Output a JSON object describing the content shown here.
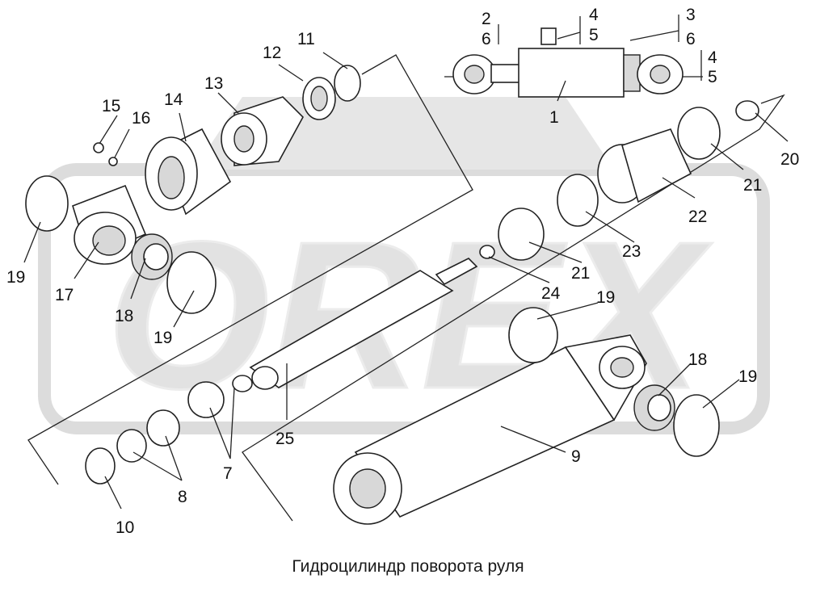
{
  "caption": "Гидроцилиндр поворота руля",
  "watermark_text": "OREX",
  "labels": {
    "l1": "1",
    "l2": "2",
    "l3": "3",
    "l4a": "4",
    "l4b": "4",
    "l5a": "5",
    "l5b": "5",
    "l6a": "6",
    "l6b": "6",
    "l7": "7",
    "l8": "8",
    "l9": "9",
    "l10": "10",
    "l11": "11",
    "l12": "12",
    "l13": "13",
    "l14": "14",
    "l15": "15",
    "l16": "16",
    "l17": "17",
    "l18a": "18",
    "l18b": "18",
    "l19a": "19",
    "l19b": "19",
    "l19c": "19",
    "l19d": "19",
    "l20": "20",
    "l21a": "21",
    "l21b": "21",
    "l22": "22",
    "l23": "23",
    "l24": "24",
    "l25": "25"
  },
  "colors": {
    "watermark": "#d9d9d9",
    "line": "#222222",
    "background": "#ffffff"
  }
}
